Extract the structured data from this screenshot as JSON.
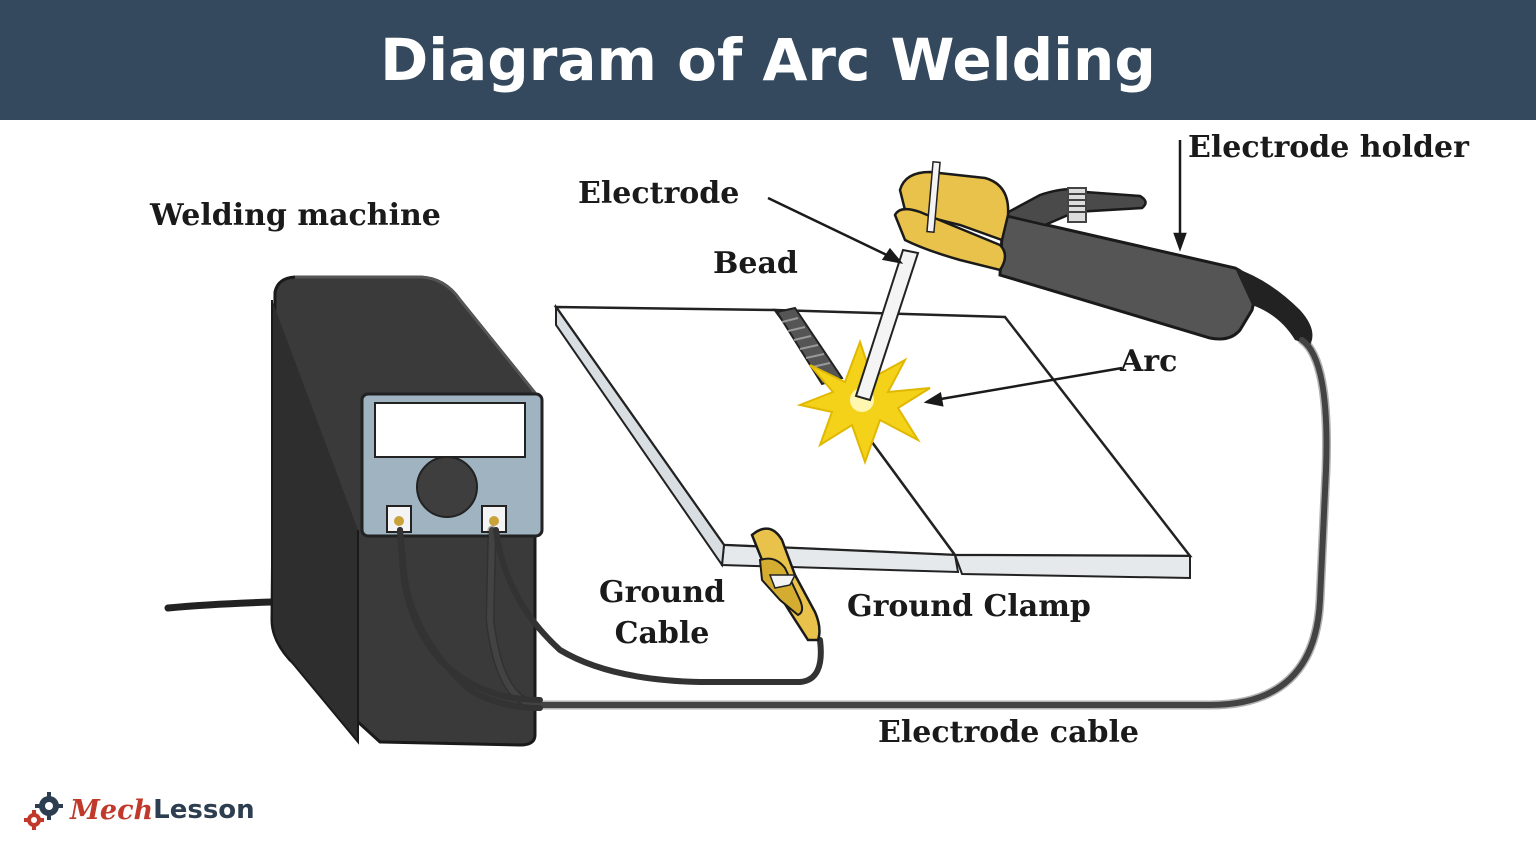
{
  "title": "Diagram of Arc Welding",
  "labels": {
    "welding_machine": "Welding machine",
    "electrode": "Electrode",
    "bead": "Bead",
    "electrode_holder": "Electrode holder",
    "arc": "Arc",
    "ground_cable_line1": "Ground",
    "ground_cable_line2": "Cable",
    "ground_clamp": "Ground Clamp",
    "electrode_cable": "Electrode cable"
  },
  "logo": {
    "mech": "Mech",
    "lesson": "Lesson"
  },
  "colors": {
    "title_bar": "#34495e",
    "machine_body": "#3a3a3a",
    "panel": "#9fb3c0",
    "flame": "#f5d21a",
    "holder_yellow": "#e8c24a",
    "logo_red": "#c0392b",
    "logo_dark": "#2c3e50"
  }
}
